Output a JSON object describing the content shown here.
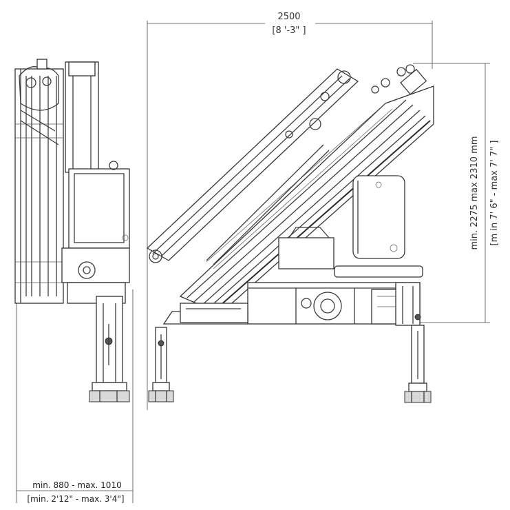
{
  "dimensions": {
    "width_top": {
      "value": "2500",
      "imperial": "[8 '-3\"  ]"
    },
    "height_right": {
      "value": "min. 2275 max 2310 mm",
      "imperial": "[m in 7' 6\" - max 7' 7\" ]"
    },
    "width_bottom": {
      "value": "min. 880 - max. 1010",
      "imperial": "[min. 2'12\" - max. 3'4\"]"
    }
  }
}
